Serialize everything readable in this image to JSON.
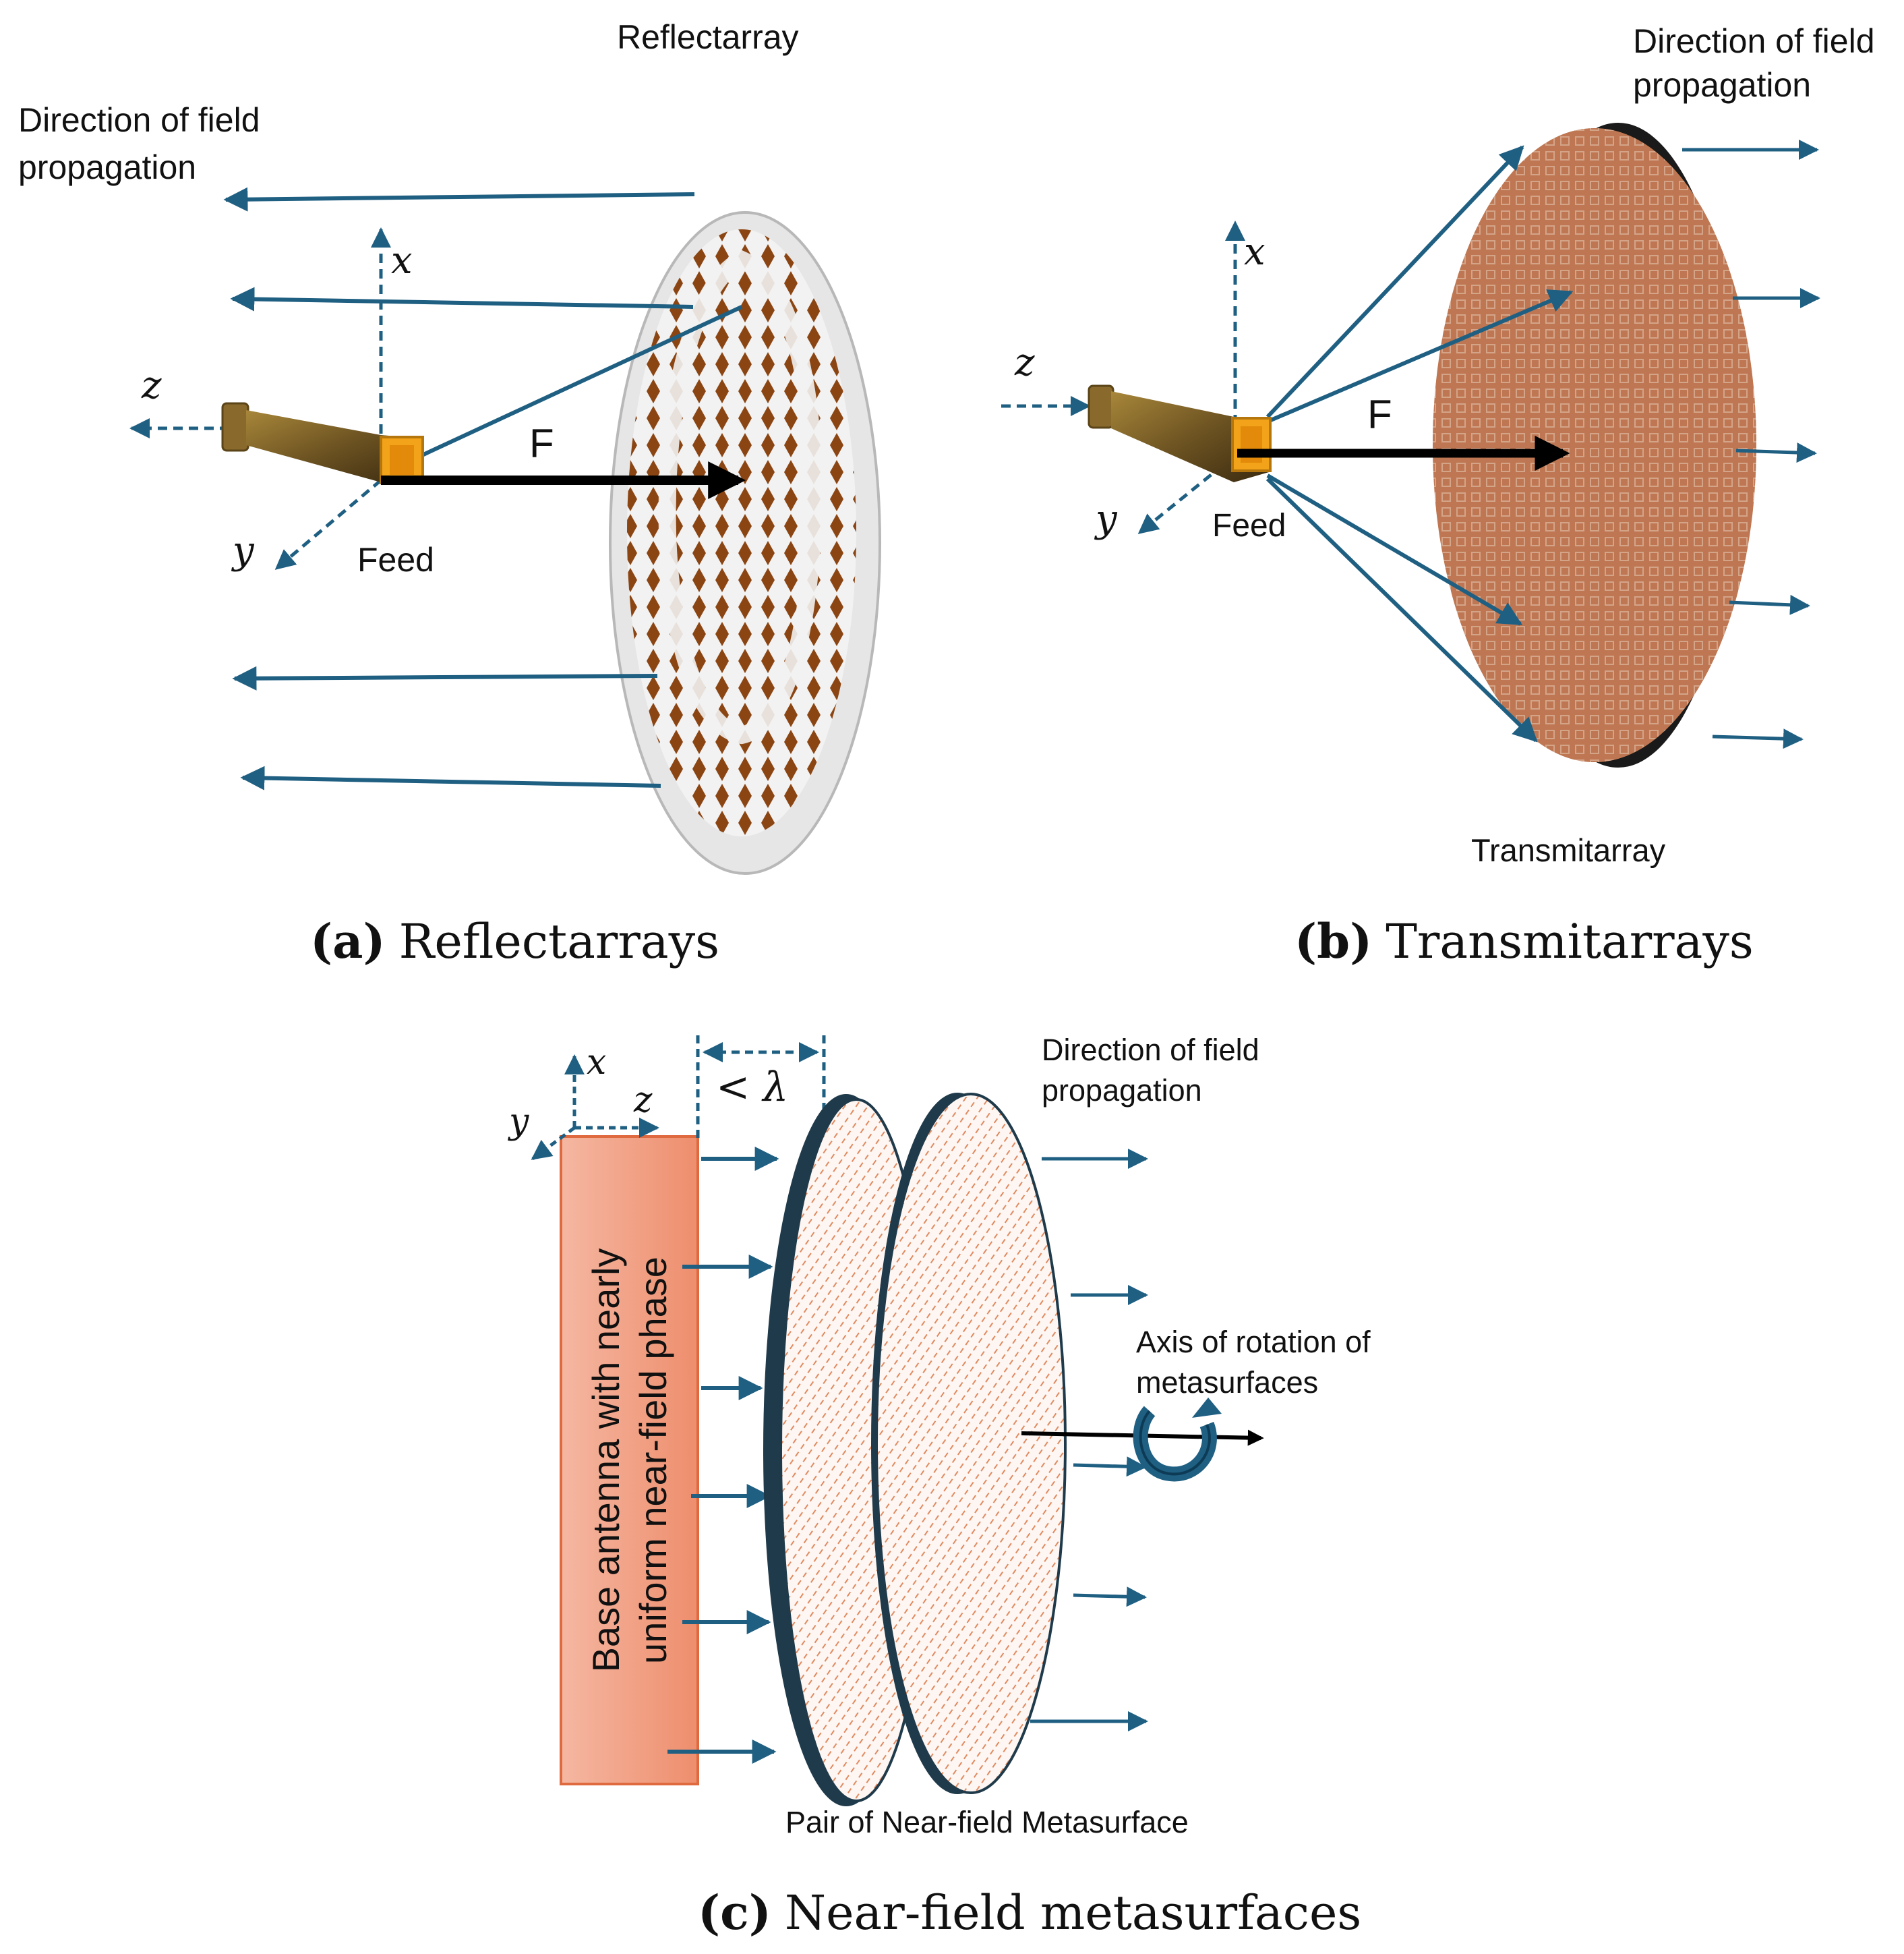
{
  "panel_a": {
    "title": "Reflectarray",
    "direction_label_line1": "Direction of field",
    "direction_label_line2": "propagation",
    "axis_x": "x",
    "axis_y": "y",
    "axis_z": "z",
    "focal_label": "F",
    "feed_label": "Feed",
    "caption_bold": "(a)",
    "caption_text": "Reflectarrays"
  },
  "panel_b": {
    "direction_label_line1": "Direction of field",
    "direction_label_line2": "propagation",
    "axis_x": "x",
    "axis_y": "y",
    "axis_z": "z",
    "focal_label": "F",
    "feed_label": "Feed",
    "array_label": "Transmitarray",
    "caption_bold": "(b)",
    "caption_text": "Transmitarrays"
  },
  "panel_c": {
    "axis_x": "x",
    "axis_y": "y",
    "axis_z": "z",
    "gap_label": "< λ",
    "direction_label_line1": "Direction of field",
    "direction_label_line2": "propagation",
    "base_antenna_line1": "Base antenna with nearly",
    "base_antenna_line2": "uniform near-field phase",
    "rotation_label_line1": "Axis of rotation of",
    "rotation_label_line2": "metasurfaces",
    "pair_label": "Pair of Near-field Metasurface",
    "caption_bold": "(c)",
    "caption_text": "Near-field metasurfaces"
  },
  "colors": {
    "arrow_blue": "#1f5f82",
    "copper": "#8b4513",
    "transmit_copper": "#c98a66",
    "base_antenna": "#f1a085",
    "disk_edge": "#1f3a4a"
  }
}
